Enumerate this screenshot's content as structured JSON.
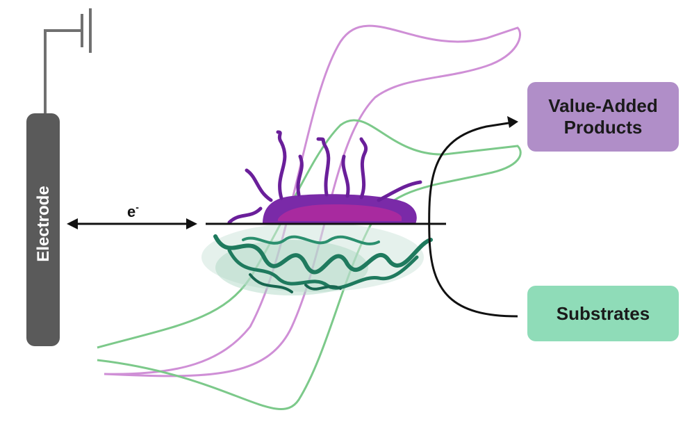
{
  "electrode": {
    "label": "Electrode",
    "color": "#5a5a5a"
  },
  "electron": {
    "symbol": "e",
    "superscript": "-"
  },
  "products": {
    "label_line1": "Value-Added",
    "label_line2": "Products",
    "fill": "#b08ec8"
  },
  "substrates": {
    "label": "Substrates",
    "fill": "#8fdcb8"
  },
  "voltammogram": {
    "series_a_color": "#cf8fd6",
    "series_b_color": "#7cc98a"
  },
  "colors": {
    "enzyme_purple": "#7a2aa8",
    "enzyme_magenta": "#b02a9e",
    "protein_green": "#1f7a5e"
  }
}
